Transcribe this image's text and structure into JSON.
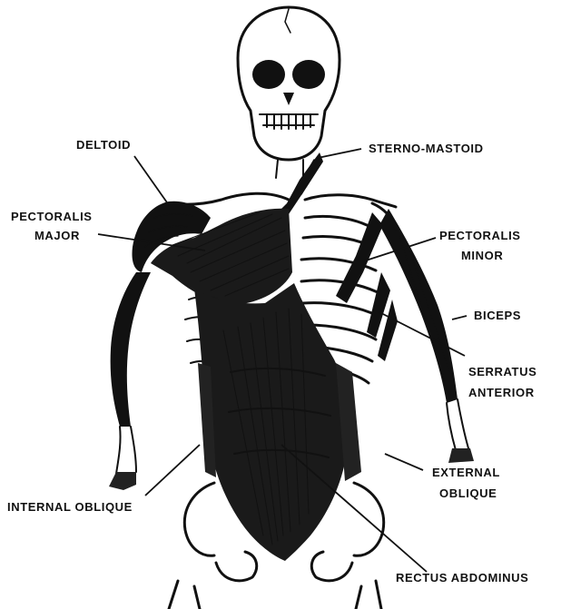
{
  "figure": {
    "labels": {
      "deltoid": "DELTOID",
      "sterno_mastoid": "STERNO-MASTOID",
      "pectoralis_major_1": "PECTORALIS",
      "pectoralis_major_2": "MAJOR",
      "pectoralis_minor_1": "PECTORALIS",
      "pectoralis_minor_2": "MINOR",
      "biceps": "BICEPS",
      "serratus_anterior_1": "SERRATUS",
      "serratus_anterior_2": "ANTERIOR",
      "external_oblique_1": "EXTERNAL",
      "external_oblique_2": "OBLIQUE",
      "internal_oblique": "INTERNAL OBLIQUE",
      "rectus_abdominus": "RECTUS ABDOMINUS"
    },
    "colors": {
      "ink": "#111111",
      "paper": "#ffffff"
    }
  }
}
